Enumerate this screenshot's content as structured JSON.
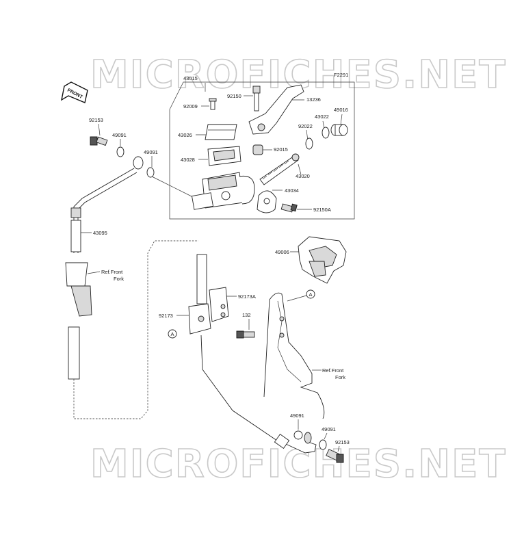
{
  "watermark": {
    "text": "MICROFICHES.NET"
  },
  "diagram_code": "F2291",
  "front_arrow": {
    "text": "FRONT"
  },
  "callouts": {
    "c43015": "43015",
    "c92150": "92150",
    "c13236": "13236",
    "c92009": "92009",
    "c43026": "43026",
    "c43022": "43022",
    "c49016": "49016",
    "c92022": "92022",
    "c92015": "92015",
    "c43028": "43028",
    "c43020": "43020",
    "c43034": "43034",
    "c92150a": "92150A",
    "c92153_top": "92153",
    "c49091_top": "49091",
    "c49091_mid": "49091",
    "c43095": "43095",
    "c49006": "49006",
    "c92173a": "92173A",
    "c92173": "92173",
    "c132": "132",
    "c49091_bot1": "49091",
    "c49091_bot2": "49091",
    "c92153_bot": "92153"
  },
  "references": {
    "fork_left_line1": "Ref.Front",
    "fork_left_line2": "Fork",
    "fork_right_line1": "Ref.Front",
    "fork_right_line2": "Fork"
  },
  "markers": {
    "a_left": "A",
    "a_right": "A"
  }
}
